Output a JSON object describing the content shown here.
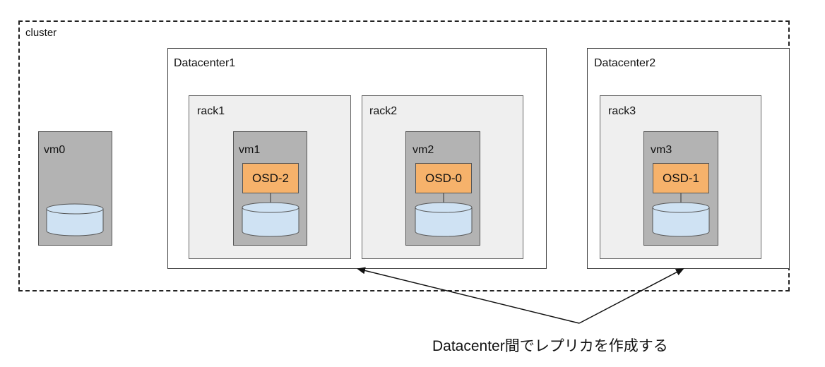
{
  "cluster": {
    "label": "cluster"
  },
  "datacenters": [
    {
      "label": "Datacenter1"
    },
    {
      "label": "Datacenter2"
    }
  ],
  "racks": [
    {
      "label": "rack1"
    },
    {
      "label": "rack2"
    },
    {
      "label": "rack3"
    }
  ],
  "vms": [
    {
      "label": "vm0"
    },
    {
      "label": "vm1",
      "osd": "OSD-2"
    },
    {
      "label": "vm2",
      "osd": "OSD-0"
    },
    {
      "label": "vm3",
      "osd": "OSD-1"
    }
  ],
  "annotation": {
    "text": "Datacenter間でレプリカを作成する"
  },
  "colors": {
    "vm_fill": "#b3b3b3",
    "rack_fill": "#efefef",
    "osd_fill": "#f6b26b",
    "disk_fill": "#cfe2f3"
  }
}
